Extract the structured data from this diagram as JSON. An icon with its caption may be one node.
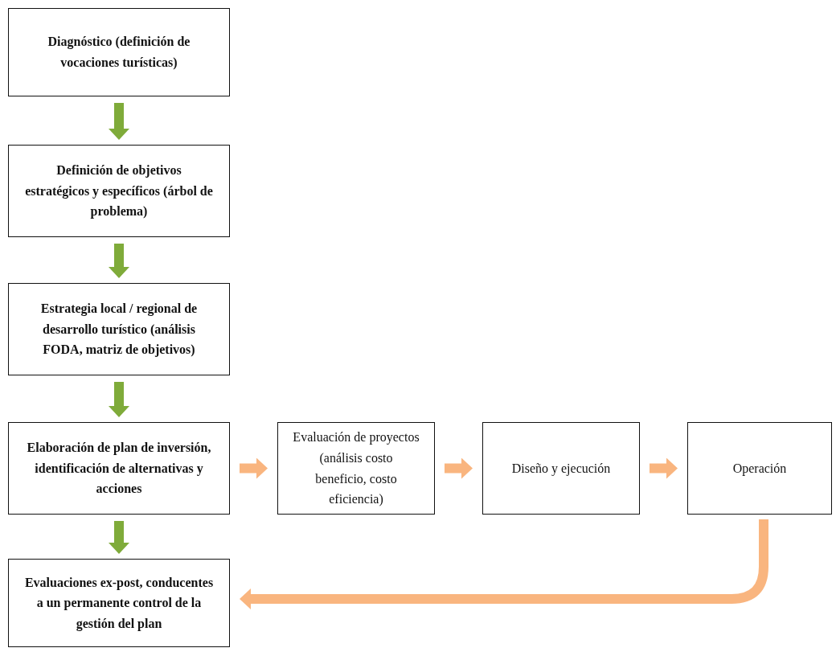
{
  "diagram": {
    "nodes": [
      {
        "text": [
          "Diagnóstico (definición de vocaciones turísticas)"
        ]
      },
      {
        "text": [
          "Definición de objetivos estratégicos y específicos (árbol de problema)"
        ]
      },
      {
        "text": [
          "Estrategia local / regional de desarrollo turístico (análisis FODA, matriz de objetivos)"
        ]
      },
      {
        "text": [
          "Elaboración de plan de inversión,  identificación de alternativas y acciones"
        ]
      },
      {
        "text": [
          "Evaluación de proyectos (análisis costo beneficio, costo eficiencia)"
        ]
      },
      {
        "text": [
          "Diseño y ejecución"
        ]
      },
      {
        "text": [
          "Operación"
        ]
      },
      {
        "text": [
          "Evaluaciones ex-post, conducentes a un permanente control de la gestión del plan"
        ]
      }
    ],
    "edges": [
      {
        "from": 0,
        "to": 1,
        "arrow": "to",
        "color": "#7fab3a"
      },
      {
        "from": 1,
        "to": 2,
        "arrow": "to",
        "color": "#7fab3a"
      },
      {
        "from": 2,
        "to": 3,
        "arrow": "to",
        "color": "#7fab3a"
      },
      {
        "from": 3,
        "to": 4,
        "arrow": "to",
        "color": "#f9b57f"
      },
      {
        "from": 4,
        "to": 5,
        "arrow": "to",
        "color": "#f9b57f"
      },
      {
        "from": 5,
        "to": 6,
        "arrow": "to",
        "color": "#f9b57f"
      },
      {
        "from": 3,
        "to": 7,
        "arrow": "to",
        "color": "#7fab3a"
      },
      {
        "from": 6,
        "to": 7,
        "arrow": "to",
        "color": "#f9b57f"
      }
    ]
  }
}
